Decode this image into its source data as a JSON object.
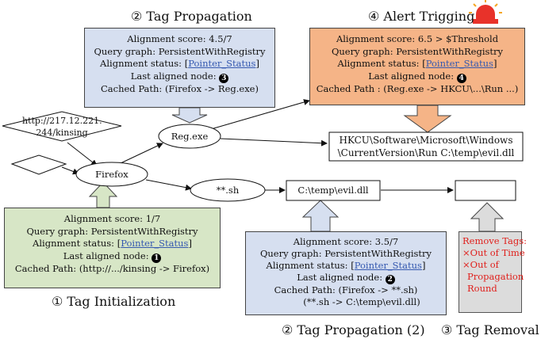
{
  "titles": {
    "propagation": "② Tag Propagation",
    "alert": "④ Alert Trigging",
    "initialization": "① Tag Initialization",
    "propagation2": "② Tag Propagation (2)",
    "removal": "③ Tag Removal"
  },
  "panels": {
    "init": {
      "score": "Alignment score: 1/7",
      "query": "Query graph: PersistentWithRegistry",
      "status_prefix": "Alignment status: [",
      "status_link": "Pointer_Status",
      "status_suffix": "]",
      "node_prefix": "Last aligned node: ",
      "node_badge": "1",
      "path": "Cached Path: (http://.../kinsing -> Firefox)",
      "fill": "#d7e6c6"
    },
    "prop1": {
      "score": "Alignment score: 4.5/7",
      "query": "Query graph: PersistentWithRegistry",
      "status_prefix": "Alignment status: [",
      "status_link": "Pointer_Status",
      "status_suffix": "]",
      "node_prefix": "Last aligned node: ",
      "node_badge": "3",
      "path": "Cached Path: (Firefox -> Reg.exe)",
      "fill": "#d6dff0"
    },
    "alert": {
      "score": "Alignment score: 6.5 > $Threshold",
      "query": "Query graph: PersistentWithRegistry",
      "status_prefix": "Alignment status: [",
      "status_link": "Pointer_Status",
      "status_suffix": "]",
      "node_prefix": "Last aligned node: ",
      "node_badge": "4",
      "path": "Cached Path : (Reg.exe -> HKCU\\...\\Run ...)",
      "fill": "#f5b487"
    },
    "prop2": {
      "score": "Alignment score: 3.5/7",
      "query": "Query graph: PersistentWithRegistry",
      "status_prefix": "Alignment status: [",
      "status_link": "Pointer_Status",
      "status_suffix": "]",
      "node_prefix": "Last aligned node: ",
      "node_badge": "2",
      "path": "Cached Path: (Firefox -> **.sh)",
      "path2": "(**.sh -> C:\\temp\\evil.dll)",
      "fill": "#d6dff0"
    }
  },
  "nodes": {
    "url_line1": "http://217.12.221.",
    "url_line2": "244/kinsing",
    "firefox": "Firefox",
    "reg": "Reg.exe",
    "sh": "**.sh",
    "dll": "C:\\temp\\evil.dll",
    "hkcu_line1": "HKCU\\Software\\Microsoft\\Windows",
    "hkcu_line2": "\\CurrentVersion\\Run C:\\temp\\evil.dll"
  },
  "removal": {
    "lines": [
      "Remove Tags:",
      "×Out of Time",
      "×Out of",
      "Propagation",
      "Round"
    ]
  },
  "colors": {
    "green_arrow": "#d7e6c6",
    "blue_arrow": "#d6dff0",
    "orange_arrow": "#f5b487",
    "gray_arrow": "#dcdcdc",
    "removal_text": "#e0201c",
    "alarm": "#e8322a"
  },
  "icons": [
    "alarm-siren-icon"
  ]
}
